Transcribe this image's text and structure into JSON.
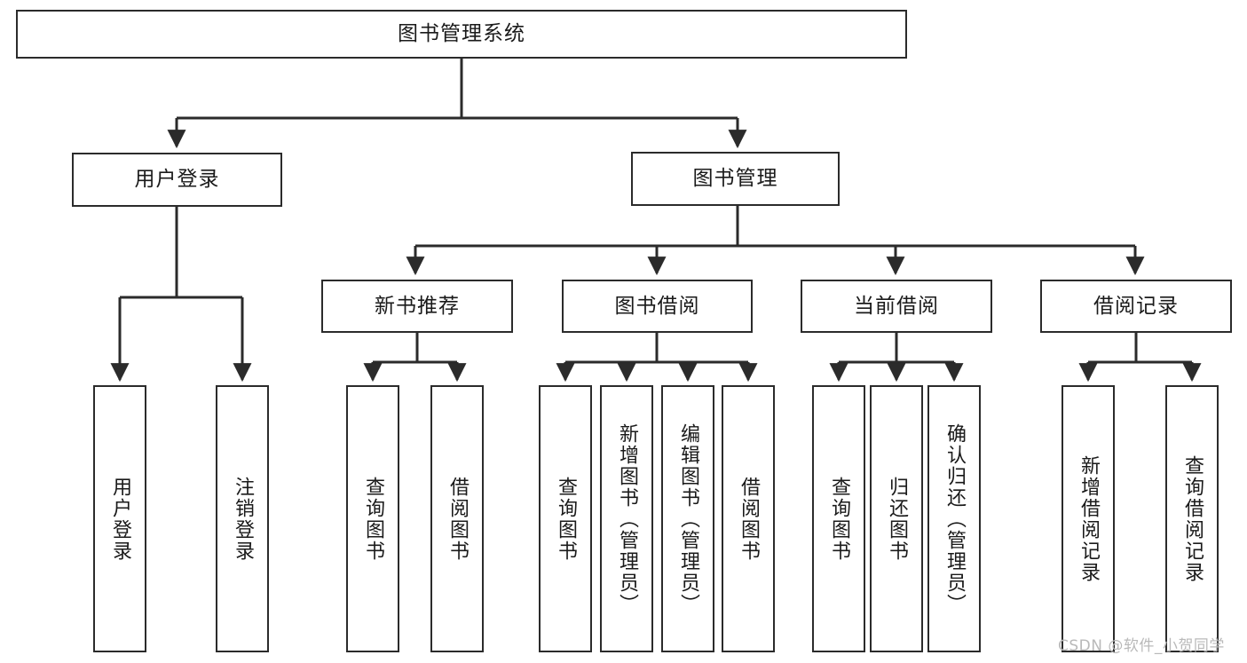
{
  "diagram": {
    "title": "图书管理系统",
    "type": "功能结构图",
    "watermark": "CSDN @软件_小贺同学",
    "colors": {
      "node_border": "#2b2b2b",
      "node_fill": "#ffffff",
      "edge": "#2b2b2b",
      "text": "#1a1a1a",
      "watermark": "#b9b9b9",
      "background": "#ffffff"
    }
  },
  "nodes": {
    "root": {
      "label": "图书管理系统"
    },
    "level1": [
      {
        "id": "user-login",
        "label": "用户登录"
      },
      {
        "id": "book-manage",
        "label": "图书管理"
      }
    ],
    "level2": [
      {
        "id": "new-book-recommend",
        "label": "新书推荐"
      },
      {
        "id": "book-borrow",
        "label": "图书借阅"
      },
      {
        "id": "current-borrow",
        "label": "当前借阅"
      },
      {
        "id": "borrow-record",
        "label": "借阅记录"
      }
    ],
    "leaves": {
      "user-login": [
        {
          "id": "leaf-user-login",
          "label": "用户登录"
        },
        {
          "id": "leaf-user-logout",
          "label": "注销登录"
        }
      ],
      "new-book-recommend": [
        {
          "id": "leaf-query-book-1",
          "label": "查询图书"
        },
        {
          "id": "leaf-borrow-book-1",
          "label": "借阅图书"
        }
      ],
      "book-borrow": [
        {
          "id": "leaf-query-book-2",
          "label": "查询图书"
        },
        {
          "id": "leaf-add-book",
          "label": "新增图书（管理员）"
        },
        {
          "id": "leaf-edit-book",
          "label": "编辑图书（管理员）"
        },
        {
          "id": "leaf-borrow-book-2",
          "label": "借阅图书"
        }
      ],
      "current-borrow": [
        {
          "id": "leaf-query-book-3",
          "label": "查询图书"
        },
        {
          "id": "leaf-return-book",
          "label": "归还图书"
        },
        {
          "id": "leaf-confirm-return",
          "label": "确认归还（管理员）"
        }
      ],
      "borrow-record": [
        {
          "id": "leaf-add-record",
          "label": "新增借阅记录"
        },
        {
          "id": "leaf-query-record",
          "label": "查询借阅记录"
        }
      ]
    }
  }
}
